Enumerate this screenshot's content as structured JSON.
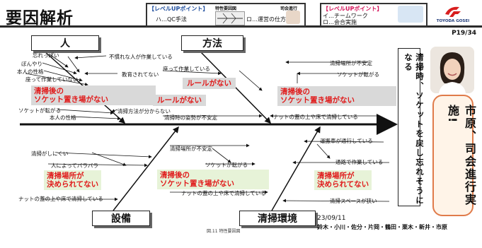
{
  "header": {
    "title": "要因解析",
    "page_num": "P19/34"
  },
  "banners": {
    "left": {
      "badge": "【レベルUPポイント】",
      "line1": "ハ…QC手法",
      "cap1": "特性要因図",
      "cap2": "司会進行",
      "line2": "ロ…運営の仕方"
    },
    "right": {
      "badge": "【レベルUPポイント】",
      "line1": "イ…チームワーク",
      "line2": "ロ…会合実施"
    }
  },
  "logo": {
    "name": "TOYODA GOSEI"
  },
  "categories": {
    "people": "人",
    "method": "方法",
    "equipment": "設備",
    "environment": "清掃環境"
  },
  "labels": {
    "people": [
      "忘れっぽい",
      "ぼんやり",
      "本人の性格",
      "座って作業していない",
      "ソケットが転がる",
      "本人の性格",
      "不慣れな人が作業している",
      "教育されてない",
      "清掃方法が分からない"
    ],
    "method_left": [
      "座って作業している",
      "清掃時の姿勢が不安定"
    ],
    "method_right": [
      "清掃場所が不安定",
      "ソケットが転がる",
      "ナットの蓋の上や床で清掃している"
    ],
    "equipment": [
      "清掃がしにくい",
      "人によってバラバラ",
      "ナットの蓋の上や床で清掃している"
    ],
    "equipment_right": [
      "清掃場所が不安定",
      "ソケットが転がる",
      "ナットの蓋の上や床で清掃している"
    ],
    "environment": [
      "運搬車が通行している",
      "通路で作業している",
      "清掃スペースが狭い"
    ]
  },
  "highlights": {
    "h1": [
      "清掃後の",
      "ソケット置き場がない"
    ],
    "h2": "ルールがない",
    "h3": "ルールがない",
    "h4": [
      "清掃後の",
      "ソケット置き場がない"
    ],
    "h5": [
      "清掃場所が",
      "決められてない"
    ],
    "h6": [
      "清掃後の",
      "ソケット置き場がない"
    ],
    "h7": [
      "清掃場所が",
      "決められてない"
    ]
  },
  "effect": "清掃時、ソケットを戻し忘れそうになる",
  "presenter": {
    "role": "市原、司会進行実施!"
  },
  "footer": {
    "date": "23/09/11",
    "authors": "鈴木・小川・佐分・片岡・鶴田・栗木・新井・市原",
    "caption": "図.11 特性要因図"
  },
  "colors": {
    "highlight_text": "#e01b1b",
    "highlight_gray": "#d9d9d9",
    "highlight_green": "#e7f3d8",
    "bubble_border": "#e07b4a"
  }
}
